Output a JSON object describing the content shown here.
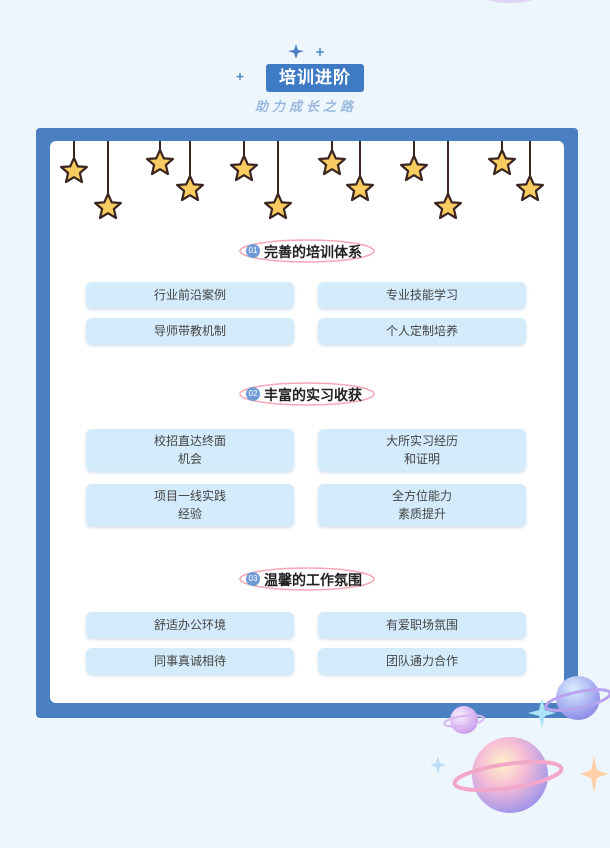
{
  "header": {
    "title": "培训进阶",
    "subtitle": "助力成长之路"
  },
  "sections": [
    {
      "number": "01",
      "title": "完善的培训体系",
      "items": [
        "行业前沿案例",
        "专业技能学习",
        "导师带教机制",
        "个人定制培养"
      ]
    },
    {
      "number": "02",
      "title": "丰富的实习收获",
      "items": [
        "校招直达终面\n机会",
        "大所实习经历\n和证明",
        "项目一线实践\n经验",
        "全方位能力\n素质提升"
      ]
    },
    {
      "number": "03",
      "title": "温馨的工作氛围",
      "items": [
        "舒适办公环境",
        "有爱职场氛围",
        "同事真诚相待",
        "团队通力合作"
      ]
    }
  ],
  "colors": {
    "background": "#eef6fd",
    "frame": "#4a80c1",
    "title_pill": "#3f7bc4",
    "chip": "#d3ebfa",
    "star_fill": "#f9cc61",
    "ring": "#f4a7b4"
  },
  "icons": [
    "sparkle-icon",
    "hanging-star-icon",
    "planet-icon"
  ]
}
